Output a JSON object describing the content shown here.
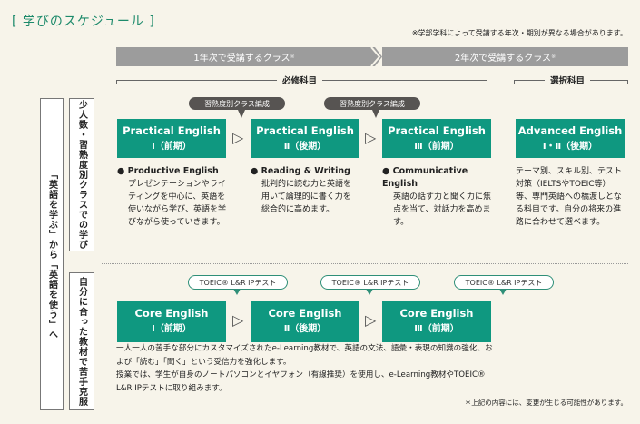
{
  "title": "[ 学びのスケジュール ]",
  "top_note": "※学部学科によって受講する年次・期別が異なる場合があります。",
  "band": {
    "year1": "1年次で受講するクラス",
    "year2": "2年次で受講するクラス",
    "mark": "※"
  },
  "required_label": "必修科目",
  "elective_label": "選択科目",
  "left_label": "「英語を学ぶ」から「英語を使う」へ",
  "row1_label": "少人数・習熟度別クラスでの学び",
  "row2_label": "自分に合った教材で苦手克服",
  "placement_bubble": "習熟度別クラス編成",
  "practical": [
    {
      "name": "Practical English",
      "term": "Ⅰ（前期）",
      "heading": "Productive English",
      "body": "プレゼンテーションやライティングを中心に、英語を使いながら学び、英語を学びながら使っていきます。"
    },
    {
      "name": "Practical English",
      "term": "Ⅱ（後期）",
      "heading": "Reading & Writing",
      "body": "批判的に読む力と英語を用いて論理的に書く力を総合的に高めます。"
    },
    {
      "name": "Practical English",
      "term": "Ⅲ（前期）",
      "heading": "Communicative English",
      "body": "英語の話す力と聞く力に焦点を当て、対話力を高めます。"
    }
  ],
  "advanced": {
    "name": "Advanced English",
    "term": "Ⅰ・Ⅱ（後期）",
    "body": "テーマ別、スキル別、テスト対策（IELTSやTOEIC等）等、専門英語への橋渡しとなる科目です。自分の将来の進路に合わせて選べます。"
  },
  "toeic_bubble": "TOEIC® L&R IPテスト",
  "core": [
    {
      "name": "Core English",
      "term": "Ⅰ（前期）"
    },
    {
      "name": "Core English",
      "term": "Ⅱ（後期）"
    },
    {
      "name": "Core English",
      "term": "Ⅲ（前期）"
    }
  ],
  "core_description": [
    "一人一人の苦手な部分にカスタマイズされたe-Learning教材で、英語の文法、語彙・表現の知識の強化、および「読む」「聞く」という受信力を強化します。",
    "授業では、学生が自身のノートパソコンとイヤフォン（有線推奨）を使用し、e-Learning教材やTOEIC® L&R IPテストに取り組みます。"
  ],
  "footnote": "＊上記の内容には、変更が生じる可能性があります。"
}
